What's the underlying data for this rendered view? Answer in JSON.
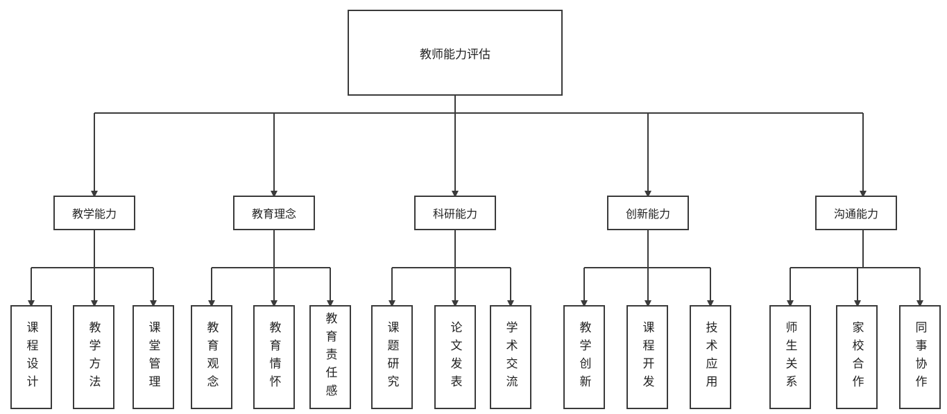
{
  "diagram": {
    "root": "教师能力评估",
    "categories": [
      {
        "label": "教学能力",
        "children": [
          "课程设计",
          "教学方法",
          "课堂管理"
        ]
      },
      {
        "label": "教育理念",
        "children": [
          "教育观念",
          "教育情怀",
          "教育责任感"
        ]
      },
      {
        "label": "科研能力",
        "children": [
          "课题研究",
          "论文发表",
          "学术交流"
        ]
      },
      {
        "label": "创新能力",
        "children": [
          "教学创新",
          "课程开发",
          "技术应用"
        ]
      },
      {
        "label": "沟通能力",
        "children": [
          "师生关系",
          "家校合作",
          "同事协作"
        ]
      }
    ],
    "colors": {
      "line": "#3a3a3a",
      "box_border": "#3a3a3a",
      "background": "#ffffff"
    }
  }
}
